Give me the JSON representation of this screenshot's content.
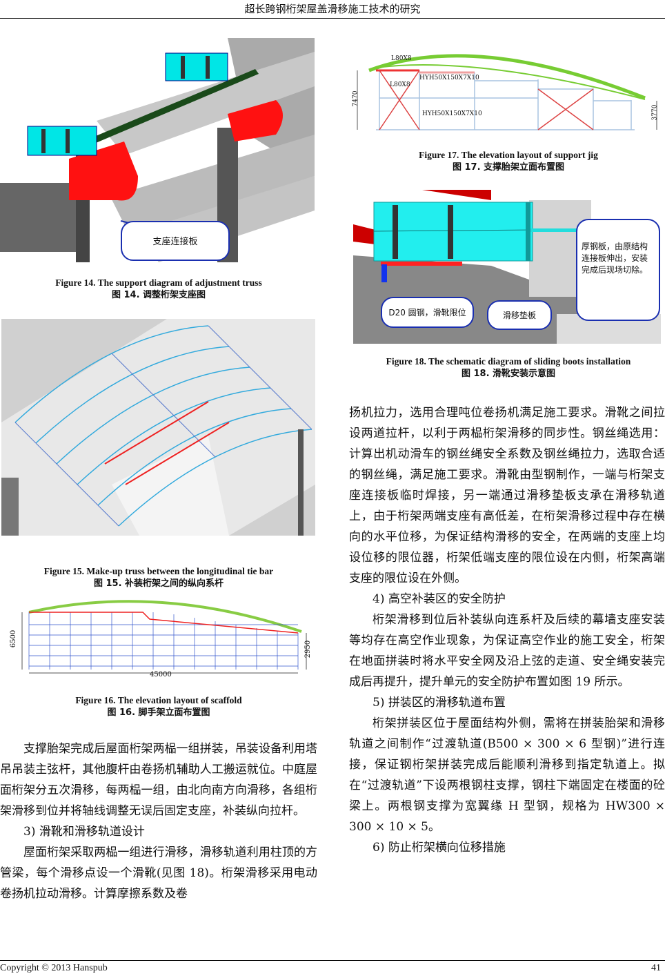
{
  "header": {
    "running_title": "超长跨钢桁架屋盖滑移施工技术的研究"
  },
  "footer": {
    "copyright": "Copyright © 2013 Hanspub",
    "page_number": "41"
  },
  "figures": {
    "fig14": {
      "caption_en": "Figure 14. The support diagram of adjustment truss",
      "caption_zh": "图 14.  调整桁架支座图",
      "callout": "支座连接板"
    },
    "fig15": {
      "caption_en": "Figure 15. Make-up truss between the longitudinal tie bar",
      "caption_zh": "图 15.  补装桁架之间的纵向系杆"
    },
    "fig16": {
      "caption_en": "Figure 16. The elevation layout of scaffold",
      "caption_zh": "图 16.  脚手架立面布置图",
      "dim_height": "6500",
      "dim_right": "2950",
      "dim_width": "45000"
    },
    "fig17": {
      "caption_en": "Figure 17. The elevation layout of support jig",
      "caption_zh": "图 17.  支撑胎架立面布置图",
      "label_l1": "L80X8",
      "label_l2": "L80X8",
      "label_h1": "HYH50X150X7X10",
      "label_h2": "HYH50X150X7X10",
      "dim_left": "7470",
      "dim_right": "3770"
    },
    "fig18": {
      "caption_en": "Figure 18. The schematic diagram of sliding boots installation",
      "caption_zh": "图 18.  滑靴安装示意图",
      "callout_plate": "厚钢板，由原结构连接板伸出，安装完成后现场切除。",
      "callout_rod": "D20 圆钢，滑靴限位",
      "callout_pad": "滑移垫板"
    }
  },
  "left_text": {
    "p1": "支撑胎架完成后屋面桁架两榀一组拼装，吊装设备利用塔吊吊装主弦杆，其他腹杆由卷扬机辅助人工搬运就位。中庭屋面桁架分五次滑移，每两榀一组，由北向南方向滑移，各组桁架滑移到位并将轴线调整无误后固定支座，补装纵向拉杆。",
    "h3": "3)  滑靴和滑移轨道设计",
    "p2": "屋面桁架采取两榀一组进行滑移，滑移轨道利用柱顶的方管梁，每个滑移点设一个滑靴(见图 18)。桁架滑移采用电动卷扬机拉动滑移。计算摩擦系数及卷"
  },
  "right_text": {
    "p1": "扬机拉力，选用合理吨位卷扬机满足施工要求。滑靴之间拉设两道拉杆，以利于两榀桁架滑移的同步性。钢丝绳选用：计算出机动滑车的钢丝绳安全系数及钢丝绳拉力，选取合适的钢丝绳，满足施工要求。滑靴由型钢制作，一端与桁架支座连接板临时焊接，另一端通过滑移垫板支承在滑移轨道上，由于桁架两端支座有高低差，在桁架滑移过程中存在横向的水平位移，为保证结构滑移的安全，在两端的支座上均设位移的限位器，桁架低端支座的限位设在内侧，桁架高端支座的限位设在外侧。",
    "h4": "4)  高空补装区的安全防护",
    "p2": "桁架滑移到位后补装纵向连系杆及后续的幕墙支座安装等均存在高空作业现象，为保证高空作业的施工安全，桁架在地面拼装时将水平安全网及沿上弦的走道、安全绳安装完成后再提升，提升单元的安全防护布置如图 19 所示。",
    "h5": "5)  拼装区的滑移轨道布置",
    "p3": "桁架拼装区位于屋面结构外侧，需将在拼装胎架和滑移轨道之间制作“过渡轨道(B500 × 300 × 6 型钢)”进行连接，保证钢桁架拼装完成后能顺利滑移到指定轨道上。拟在“过渡轨道”下设两根钢柱支撑，钢柱下端固定在楼面的砼梁上。两根钢支撑为宽翼缘 H 型钢，规格为 HW300 × 300 × 10 × 5。",
    "h6": "6)  防止桁架横向位移措施"
  }
}
